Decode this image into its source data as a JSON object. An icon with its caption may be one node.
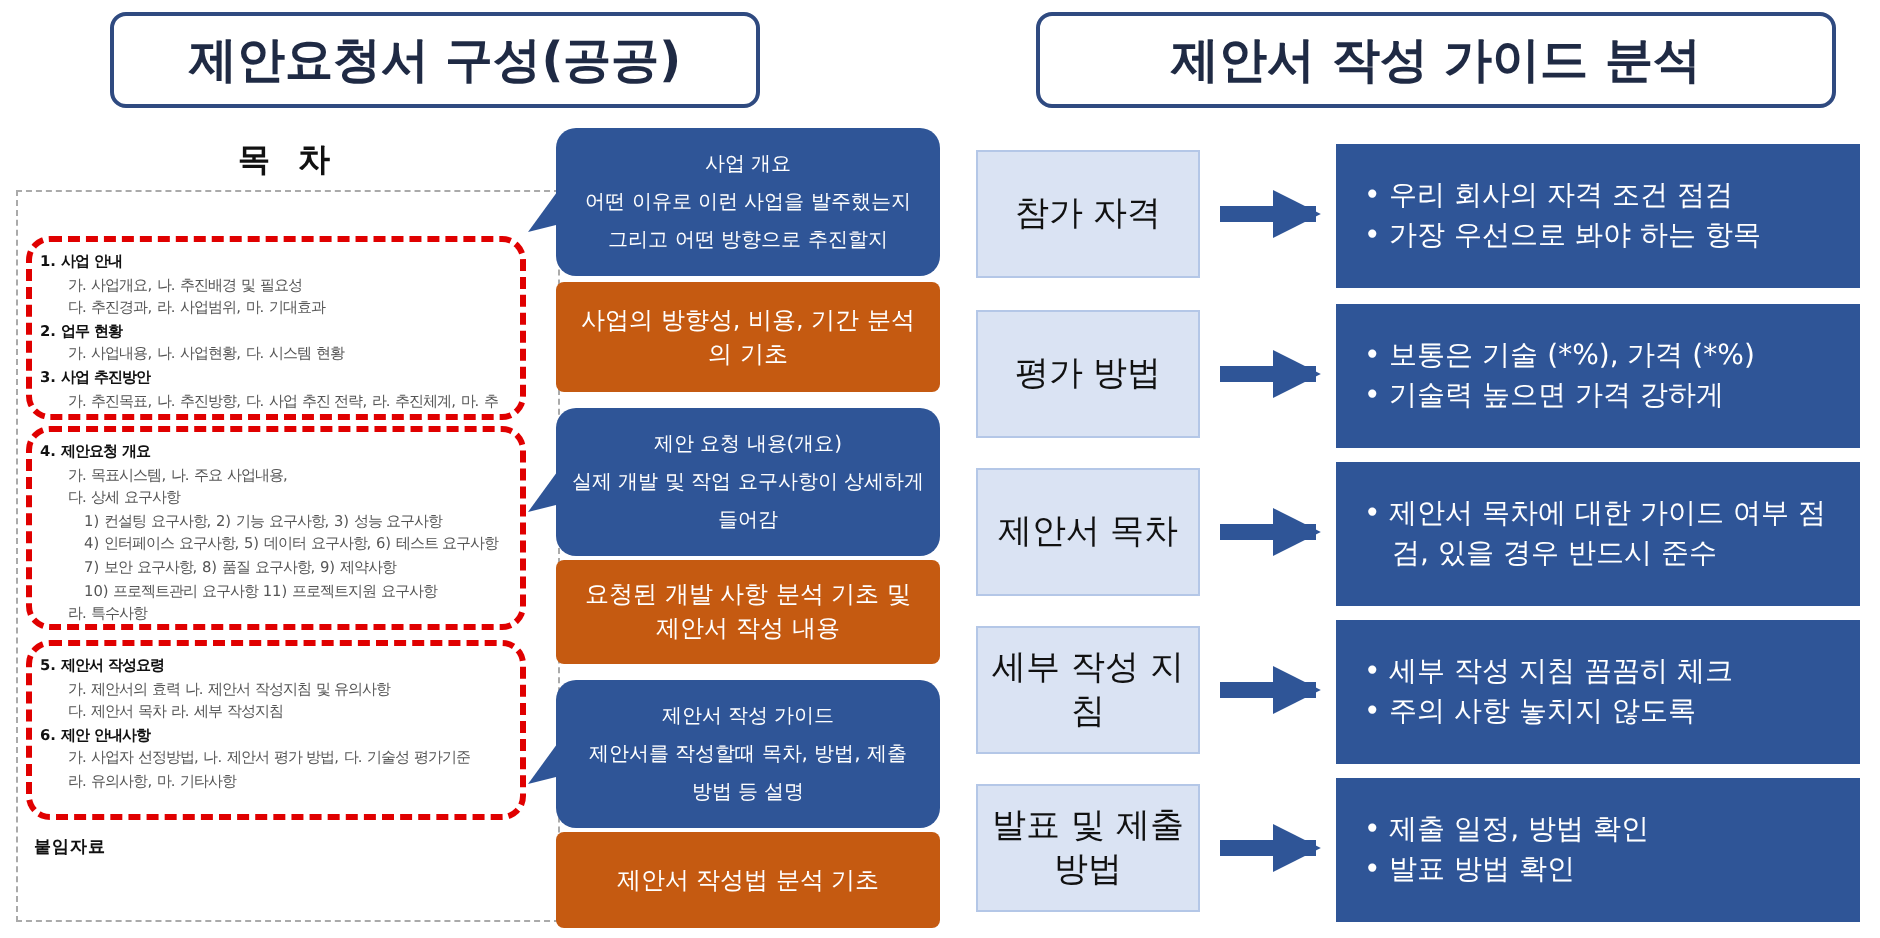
{
  "diagram": {
    "nodes": [
      {
        "text": [
          "제안요청서 구성(공공)"
        ]
      },
      {
        "text": [
          "목 차",
          "붙임자료"
        ]
      },
      {
        "text": [
          "1. 사업 안내",
          "가. 사업개요, 나. 추진배경 및 필요성",
          "다. 추진경과, 라. 사업범위, 마. 기대효과",
          "2. 업무 현황",
          "가. 사업내용, 나. 사업현황, 다. 시스템 현황",
          "3. 사업 추진방안",
          "가. 추진목표, 나. 추진방향, 다. 사업 추진 전략, 라. 추진체계, 마. 추"
        ],
        "in": 1
      },
      {
        "text": [
          "4. 제안요청 개요",
          "가. 목표시스템, 나. 주요 사업내용,",
          "다. 상세 요구사항",
          "1) 컨설팅 요구사항, 2) 기능 요구사항, 3) 성능 요구사항",
          "4) 인터페이스 요구사항, 5) 데이터 요구사항, 6) 테스트 요구사항",
          "7) 보안 요구사항, 8) 품질 요구사항, 9) 제약사항",
          "10) 프로젝트관리 요구사항 11) 프로젝트지원 요구사항",
          "라. 특수사항"
        ],
        "in": 1
      },
      {
        "text": [
          "5. 제안서 작성요령",
          "가. 제안서의 효력 나. 제안서 작성지침 및 유의사항",
          "다. 제안서 목차 라. 세부 작성지침",
          "6. 제안 안내사항",
          "가. 사업자 선정방법, 나. 제안서 평가 방법, 다. 기술성 평가기준",
          "라. 유의사항, 마. 기타사항"
        ],
        "in": 1
      },
      {
        "text": [
          "사업 개요",
          "어떤 이유로 이런 사업을 발주했는지 그리고 어떤 방향으로 추진할지"
        ]
      },
      {
        "text": [
          "사업의 방향성, 비용, 기간 분석의 기초"
        ]
      },
      {
        "text": [
          "제안 요청 내용(개요)",
          "실제 개발 및 작업 요구사항이 상세하게 들어감"
        ]
      },
      {
        "text": [
          "요청된 개발 사항 분석 기초 및 제안서 작성 내용"
        ]
      },
      {
        "text": [
          "제안서 작성 가이드",
          "제안서를 작성할때 목차, 방법, 제출 방법 등 설명"
        ]
      },
      {
        "text": [
          "제안서 작성법 분석 기초"
        ]
      },
      {
        "text": [
          "제안서 작성 가이드 분석"
        ]
      },
      {
        "text": [
          "참가 자격"
        ]
      },
      {
        "text": [
          "• 우리 회사의 자격 조건 점검",
          "• 가장 우선으로 봐야 하는 항목"
        ]
      },
      {
        "text": [
          "평가 방법"
        ]
      },
      {
        "text": [
          "• 보통은 기술 (*%), 가격 (*%)",
          "• 기술력 높으면 가격 강하게"
        ]
      },
      {
        "text": [
          "제안서 목차"
        ]
      },
      {
        "text": [
          "• 제안서 목차에 대한 가이드 여부 점검, 있을 경우 반드시 준수"
        ]
      },
      {
        "text": [
          "세부 작성 지침"
        ]
      },
      {
        "text": [
          "• 세부 작성 지침 꼼꼼히 체크",
          "• 주의 사항 놓치지 않도록"
        ]
      },
      {
        "text": [
          "발표 및 제출 방법"
        ]
      },
      {
        "text": [
          "• 제출 일정, 방법 확인",
          "• 발표 방법 확인"
        ]
      }
    ],
    "edges": [
      {
        "from": 5,
        "to": 2,
        "arrow": "to"
      },
      {
        "from": 7,
        "to": 3,
        "arrow": "to"
      },
      {
        "from": 9,
        "to": 4,
        "arrow": "to"
      },
      {
        "from": 12,
        "to": 13,
        "arrow": "to"
      },
      {
        "from": 14,
        "to": 15,
        "arrow": "to"
      },
      {
        "from": 16,
        "to": 17,
        "arrow": "to"
      },
      {
        "from": 18,
        "to": 19,
        "arrow": "to"
      },
      {
        "from": 20,
        "to": 21,
        "arrow": "to"
      }
    ]
  }
}
